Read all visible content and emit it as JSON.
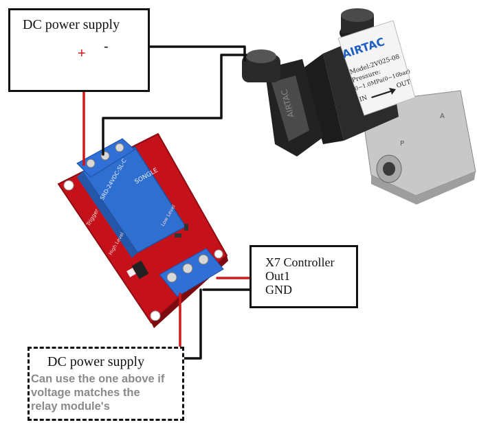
{
  "top_supply": {
    "title": "DC power supply",
    "plus": "+",
    "minus": "-"
  },
  "valve": {
    "brand": "AIRTAC",
    "model": "Model:2V025-08",
    "pressure": "Pressure:",
    "range": "0~1.0MPa(0~10bar)",
    "in": "IN",
    "out": "OUT",
    "port_p": "P",
    "port_a": "A",
    "coil_label": "AIRTAC"
  },
  "relay": {
    "relay_brand": "SONGLE",
    "relay_model": "SRD-24VDC-SL-C",
    "trigger": "Trigger",
    "low_level": "Low Level",
    "high_level": "High Level"
  },
  "controller": {
    "line1": "X7 Controller",
    "line2": "Out1",
    "line3": "GND"
  },
  "bottom_supply": {
    "title": "DC power supply",
    "note_lines": [
      "Can use the one above if",
      "voltage matches the",
      "relay module's"
    ]
  },
  "colors": {
    "wire_red": "#d01818",
    "wire_black": "#111111",
    "pcb_red": "#c5121a",
    "relay_blue": "#2f6fd0",
    "terminal_blue": "#2f6fd6"
  }
}
